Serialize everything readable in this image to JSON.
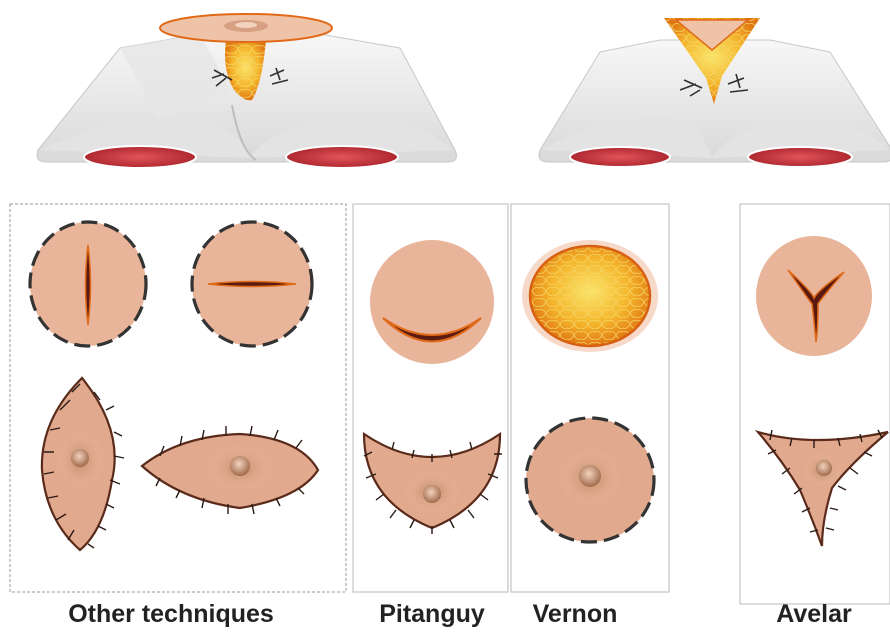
{
  "labels": {
    "other": "Other techniques",
    "pitanguy": "Pitanguy",
    "vernon": "Vernon",
    "avelar": "Avelar"
  },
  "colors": {
    "skin": "#e8b49a",
    "skin_dark": "#c88e74",
    "stitch": "#3a2a22",
    "fat_orange": "#f0a020",
    "fat_yellow": "#f8d040",
    "muscle_red": "#c8323a",
    "torso_white": "#eeeeee",
    "border_grey": "#b8b8b8"
  }
}
